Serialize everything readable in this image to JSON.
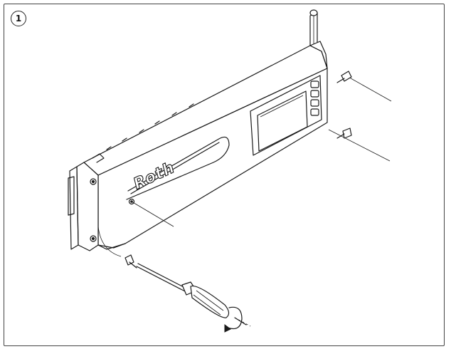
{
  "step": {
    "number": "1"
  },
  "device": {
    "brand_label": "Roth",
    "button_count": 4
  },
  "colors": {
    "line": "#1a1a1a",
    "frame": "#444444",
    "background": "#ffffff"
  },
  "icons": [
    "step-number-badge",
    "screw-icon",
    "screwdriver-icon",
    "rotation-arrow-icon",
    "antenna-icon"
  ]
}
